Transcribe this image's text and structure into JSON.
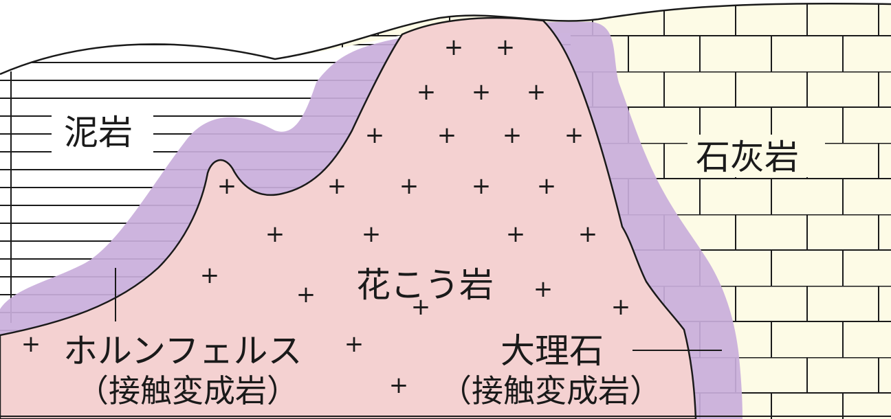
{
  "labels": {
    "mudstone": "泥岩",
    "limestone": "石灰岩",
    "granite": "花こう岩",
    "hornfels": "ホルンフェルス",
    "hornfels_note": "（接触変成岩）",
    "marble": "大理石",
    "marble_note": "（接触変成岩）"
  },
  "granite_symbol": "+",
  "colors": {
    "granite": "#f4d1d1",
    "contact_zone": "#c9aedb",
    "limestone": "#fdfbe6",
    "line": "#1a1a1a"
  }
}
